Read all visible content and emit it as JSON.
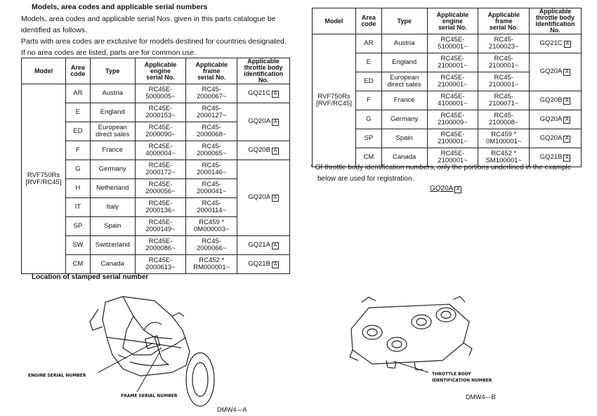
{
  "heading": "Models, area codes and applicable serial numbers",
  "intro": {
    "line1": "Models, area codes and applicable serial Nos. given in this parts catalogue be identified as follows.",
    "line2": "Parts with area codes are exclusive for models destined for countries designated.",
    "line3": "If no area codes are listed, parts are for common use."
  },
  "headers": {
    "model": "Model",
    "area_code": "Area\ncode",
    "type": "Type",
    "engine": "Applicable\nengine\nserial No.",
    "frame": "Applicable\nframe\nserial No.",
    "throttle": "Applicable\nthrottle body\nidentification No."
  },
  "icon_letter": "A",
  "table_left": {
    "model": "RVF750Rs\n[RVF/RC45]",
    "rows": [
      {
        "code": "AR",
        "type": "Austria",
        "engine": "RC45E-\n5000005~",
        "frame": "RC45-\n2000067~",
        "throttle": "GQ21C"
      },
      {
        "code": "E",
        "type": "England",
        "engine": "RC45E-\n2000153~",
        "frame": "RC45-\n2000127~",
        "throttle": "GQ20A"
      },
      {
        "code": "ED",
        "type": "European\ndirect sales",
        "engine": "RC45E-\n2000090~",
        "frame": "RC45-\n2000068~",
        "throttle": null
      },
      {
        "code": "F",
        "type": "France",
        "engine": "RC45E-\n4000004~",
        "frame": "RC45-\n2000065~",
        "throttle": "GQ20B"
      },
      {
        "code": "G",
        "type": "Germany",
        "engine": "RC45E-\n2000172~",
        "frame": "RC45-\n2000146~",
        "throttle": "GQ20A"
      },
      {
        "code": "H",
        "type": "Netherland",
        "engine": "RC45E-\n2000056~",
        "frame": "RC45-\n2000041~",
        "throttle": null
      },
      {
        "code": "IT",
        "type": "Italy",
        "engine": "RC45E-\n2000136~",
        "frame": "RC45-\n2000114~",
        "throttle": null
      },
      {
        "code": "SP",
        "type": "Spain",
        "engine": "RC45E-\n2000149~",
        "frame": "RC459 *\n0M000003~",
        "throttle": null
      },
      {
        "code": "SW",
        "type": "Switzerland",
        "engine": "RC45E-\n2000086~",
        "frame": "RC45-\n2000066~",
        "throttle": "GQ21A"
      },
      {
        "code": "CM",
        "type": "Canada",
        "engine": "RC45E-\n2000613~",
        "frame": "RC452 *\nRM000001~",
        "throttle": "GQ21B"
      }
    ]
  },
  "table_right": {
    "model": "RVF750Rs\n[RVF/RC45]",
    "rows": [
      {
        "code": "AR",
        "type": "Austria",
        "engine": "RC45E-\n5100001~",
        "frame": "RC45-\n2100023~",
        "throttle": "GQ21C"
      },
      {
        "code": "E",
        "type": "England",
        "engine": "RC45E-\n2100001~",
        "frame": "RC45-\n2100001~",
        "throttle": "GQ20A"
      },
      {
        "code": "ED",
        "type": "European\ndirect sales",
        "engine": "RC45E-\n2100001~",
        "frame": "RC45-\n2100001~",
        "throttle": null
      },
      {
        "code": "F",
        "type": "France",
        "engine": "RC45E-\n4100001~",
        "frame": "RC45-\n2100071~",
        "throttle": "GQ20B"
      },
      {
        "code": "G",
        "type": "Germany",
        "engine": "RC45E-\n2100009~",
        "frame": "RC45-\n2100008~",
        "throttle": "GQ20A"
      },
      {
        "code": "SP",
        "type": "Spain",
        "engine": "RC45E-\n2100001~",
        "frame": "RC459 *\n0M100001~",
        "throttle": "GQ20A"
      },
      {
        "code": "CM",
        "type": "Canada",
        "engine": "RC45E-\n2100001~",
        "frame": "RC452 *\nSM100001~",
        "throttle": "GQ21B"
      }
    ]
  },
  "note": {
    "line1": "* Of throttle body identification numbers, only the portions underlined in the example",
    "line2": "below are used for registration."
  },
  "sample_id": "GQ20A",
  "location_title": "Location of stamped serial number",
  "labels": {
    "engine_serial": "ENGINE SERIAL NUMBER",
    "frame_serial": "FRAME SERIAL NUMBER",
    "throttle_id_1": "THROTTLE BODY",
    "throttle_id_2": "IDENTIFICATION NUMBER",
    "fig_a": "DMW4—A",
    "fig_b": "DMW4—B"
  }
}
